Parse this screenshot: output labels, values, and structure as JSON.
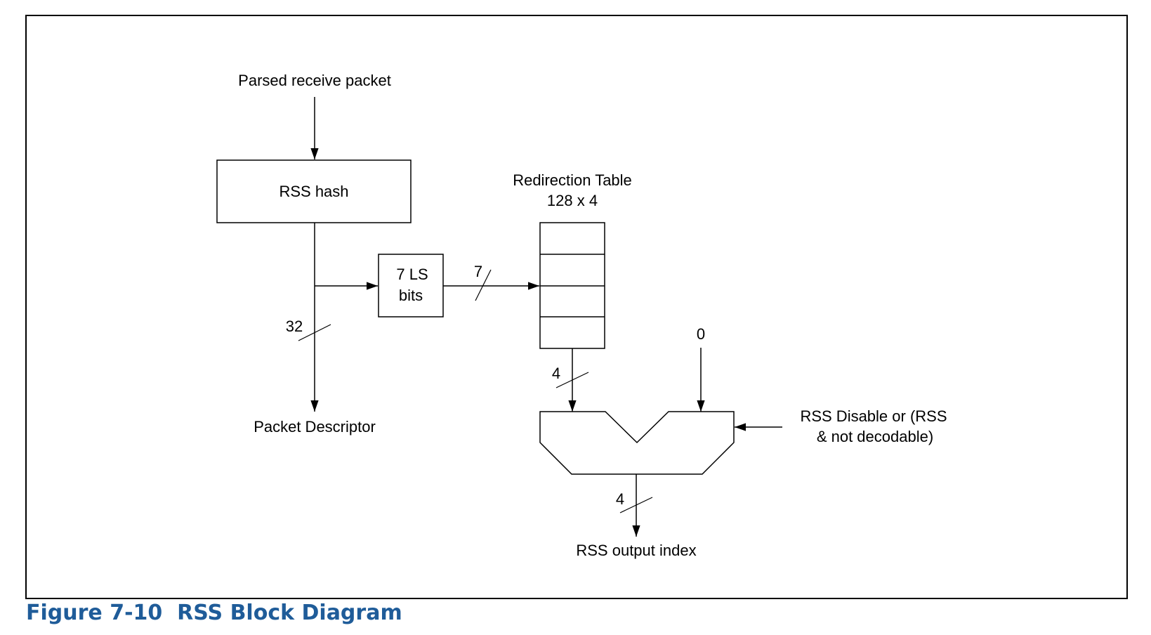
{
  "colors": {
    "caption": "#1f5c99",
    "stroke": "#000000",
    "background": "#ffffff"
  },
  "labels": {
    "input": "Parsed receive packet",
    "hash_block": "RSS hash",
    "ls_bits_line1": "7 LS",
    "ls_bits_line2": "bits",
    "bus_width_7": "7",
    "bus_width_32": "32",
    "redirection_title": "Redirection Table",
    "redirection_size": "128 x 4",
    "bus_width_4_table": "4",
    "const_zero": "0",
    "disable_line1": "RSS Disable or (RSS",
    "disable_line2": "& not decodable)",
    "bus_width_4_out": "4",
    "descriptor": "Packet Descriptor",
    "output": "RSS output index"
  },
  "caption": "Figure 7-10  RSS Block Diagram"
}
